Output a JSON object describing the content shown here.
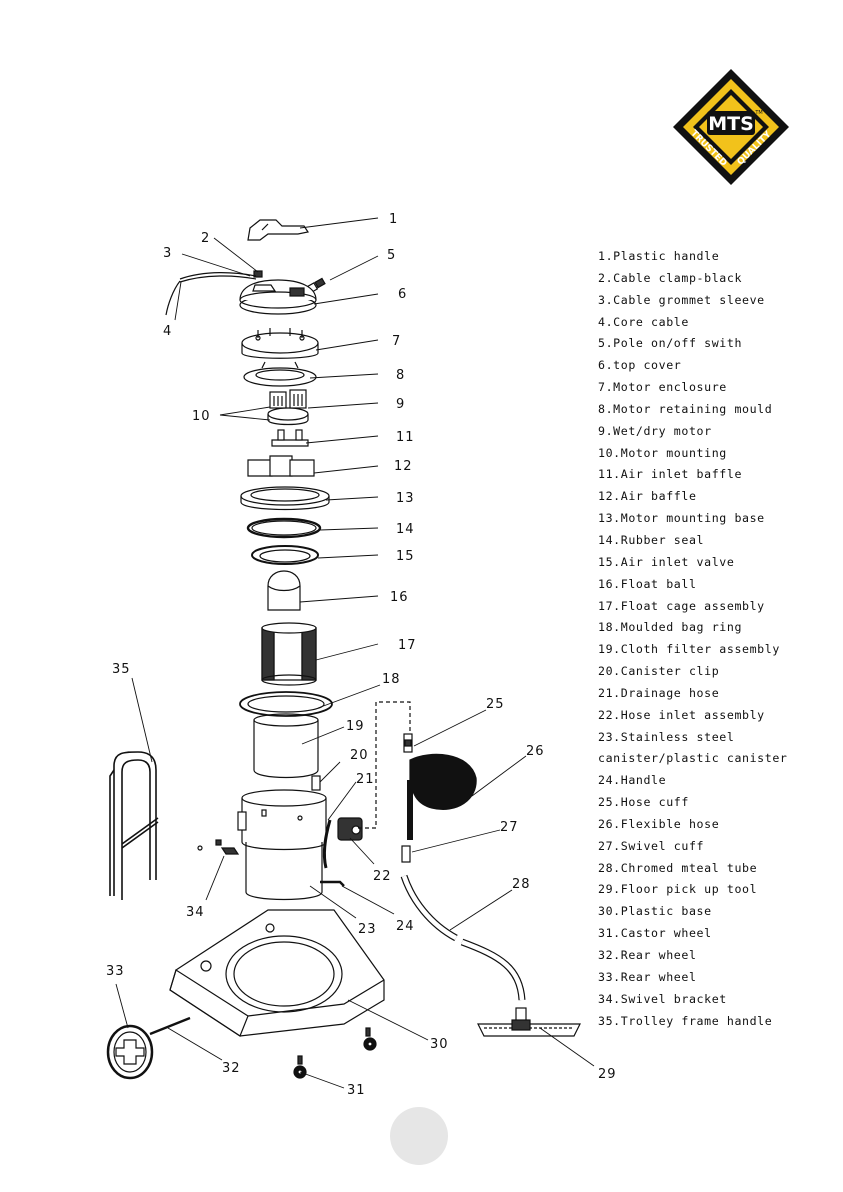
{
  "logo": {
    "brand": "MTS",
    "tm": "TM",
    "tagline_left": "TRUSTED",
    "tagline_right": "QUALITY"
  },
  "callouts": [
    {
      "n": "1"
    },
    {
      "n": "2"
    },
    {
      "n": "3"
    },
    {
      "n": "4"
    },
    {
      "n": "5"
    },
    {
      "n": "6"
    },
    {
      "n": "7"
    },
    {
      "n": "8"
    },
    {
      "n": "9"
    },
    {
      "n": "10"
    },
    {
      "n": "11"
    },
    {
      "n": "12"
    },
    {
      "n": "13"
    },
    {
      "n": "14"
    },
    {
      "n": "15"
    },
    {
      "n": "16"
    },
    {
      "n": "17"
    },
    {
      "n": "18"
    },
    {
      "n": "19"
    },
    {
      "n": "20"
    },
    {
      "n": "21"
    },
    {
      "n": "22"
    },
    {
      "n": "23"
    },
    {
      "n": "24"
    },
    {
      "n": "25"
    },
    {
      "n": "26"
    },
    {
      "n": "27"
    },
    {
      "n": "28"
    },
    {
      "n": "29"
    },
    {
      "n": "30"
    },
    {
      "n": "31"
    },
    {
      "n": "32"
    },
    {
      "n": "33"
    },
    {
      "n": "34"
    },
    {
      "n": "35"
    }
  ],
  "parts": [
    "1.Plastic handle",
    "2.Cable clamp-black",
    "3.Cable grommet sleeve",
    "4.Core cable",
    "5.Pole on/off swith",
    "6.top cover",
    "7.Motor enclosure",
    "8.Motor retaining mould",
    "9.Wet/dry motor",
    "10.Motor mounting",
    "11.Air inlet  baffle",
    "12.Air baffle",
    "13.Motor mounting base",
    "14.Rubber seal",
    "15.Air inlet valve",
    "16.Float ball",
    "17.Float cage assembly",
    "18.Moulded bag ring",
    "19.Cloth filter assembly",
    "20.Canister clip",
    "21.Drainage hose",
    "22.Hose inlet assembly",
    "23.Stainless steel",
    "canister/plastic canister",
    "24.Handle",
    "25.Hose cuff",
    "26.Flexible hose",
    "27.Swivel cuff",
    "28.Chromed mteal tube",
    "29.Floor pick up tool",
    "30.Plastic base",
    "31.Castor wheel",
    "32.Rear wheel",
    "33.Rear wheel",
    "34.Swivel bracket",
    "35.Trolley frame handle"
  ]
}
